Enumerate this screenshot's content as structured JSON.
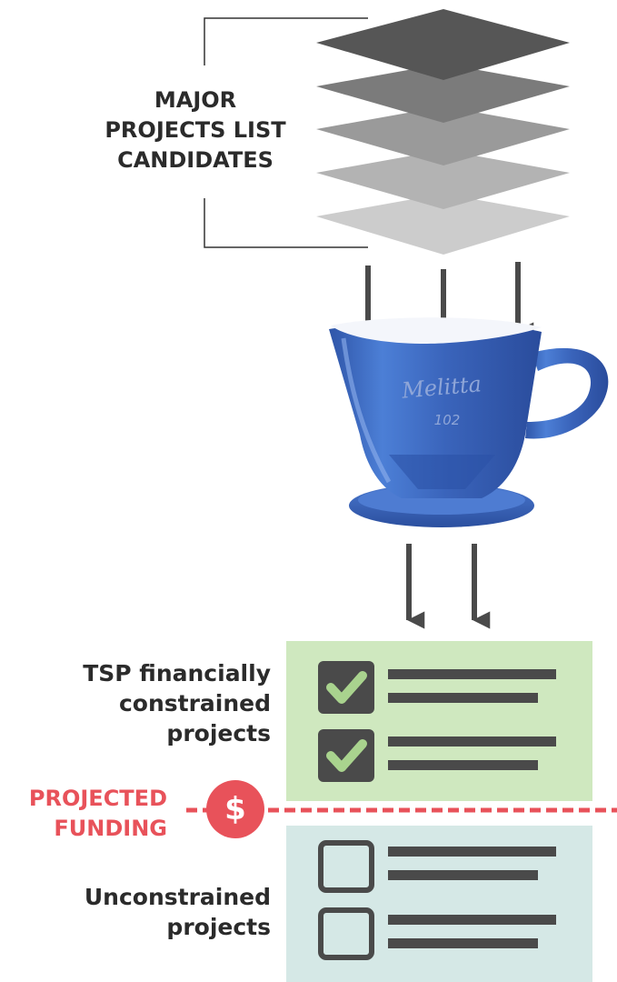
{
  "stack": {
    "label_lines": [
      "MAJOR",
      "PROJECTS LIST",
      "CANDIDATES"
    ],
    "layer_colors": [
      "#cccccc",
      "#b3b3b3",
      "#9a9a9a",
      "#7b7b7b",
      "#565656"
    ]
  },
  "filter": {
    "brand": "Melitta",
    "model": "102",
    "color": "#3a62b8"
  },
  "sections": {
    "constrained": {
      "label_lines": [
        "TSP financially",
        "constrained",
        "projects"
      ],
      "background": "#cfe8bf",
      "checked": true
    },
    "unconstrained": {
      "label_lines": [
        "Unconstrained",
        "projects"
      ],
      "background": "#d5e8e6",
      "checked": false
    }
  },
  "funding": {
    "label_lines": [
      "PROJECTED",
      "FUNDING"
    ],
    "symbol": "$",
    "color": "#e8525a"
  }
}
